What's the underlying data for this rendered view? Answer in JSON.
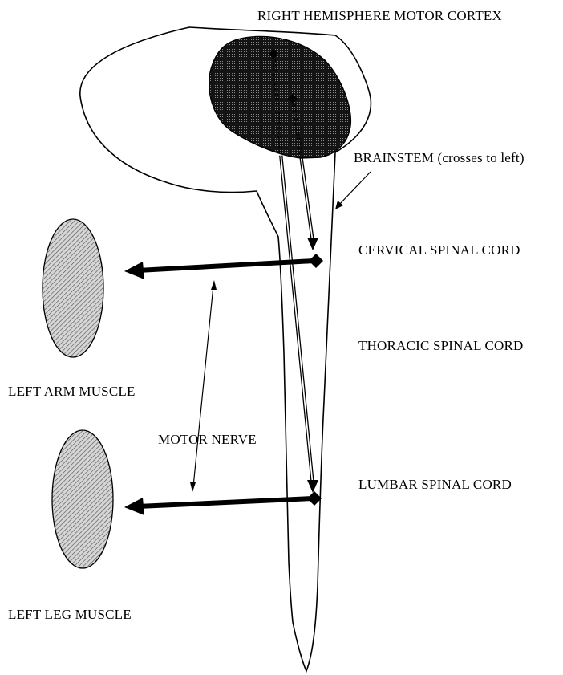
{
  "labels": {
    "cortex": "RIGHT HEMISPHERE MOTOR CORTEX",
    "brainstem": "BRAINSTEM  (crosses to left)",
    "cervical": "CERVICAL SPINAL CORD",
    "thoracic": "THORACIC SPINAL CORD",
    "lumbar": "LUMBAR SPINAL CORD",
    "arm_muscle": "LEFT ARM MUSCLE",
    "leg_muscle": "LEFT LEG MUSCLE",
    "motor_nerve": "MOTOR NERVE"
  },
  "colors": {
    "ink": "#000000",
    "background": "#ffffff",
    "cortex_fill": "#141414",
    "muscle_fill": "#cfcfcf"
  }
}
